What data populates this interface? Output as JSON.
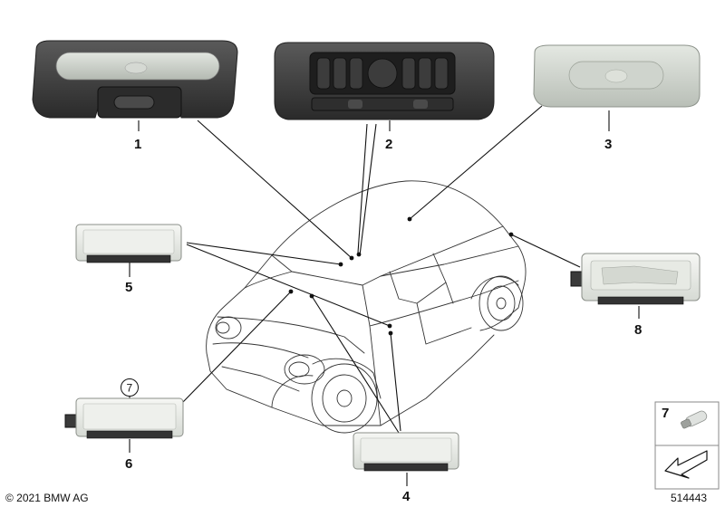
{
  "parts": [
    {
      "number": "1"
    },
    {
      "number": "2"
    },
    {
      "number": "3"
    },
    {
      "number": "4"
    },
    {
      "number": "5"
    },
    {
      "number": "6",
      "circled_ref": "7"
    },
    {
      "number": "7"
    },
    {
      "number": "8"
    }
  ],
  "copyright": "© 2021 BMW AG",
  "diagram_id": "514443",
  "colors": {
    "line": "#111111",
    "housing_dark": "#3a3a3a",
    "lens": "#c9cec8"
  }
}
